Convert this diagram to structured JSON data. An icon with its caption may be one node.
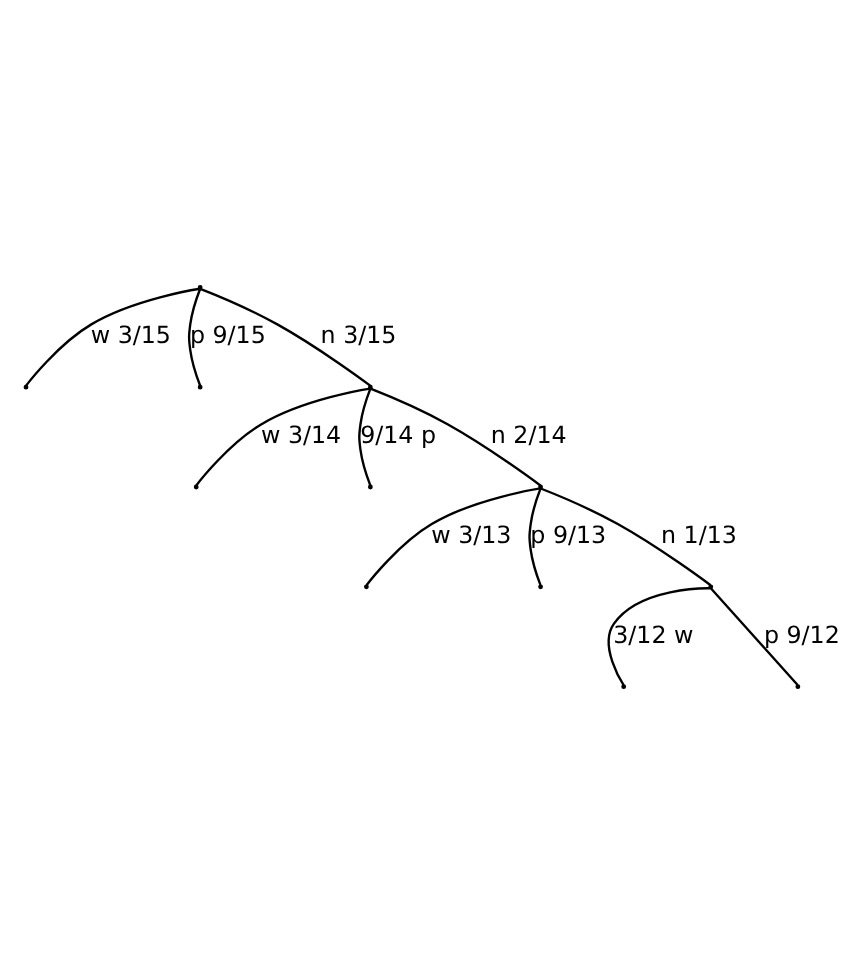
{
  "diagram": {
    "nodes": [
      {
        "text": [],
        "shape": "point"
      },
      {
        "text": [],
        "shape": "point"
      },
      {
        "text": [],
        "shape": "point"
      },
      {
        "text": [],
        "shape": "point"
      },
      {
        "text": [],
        "shape": "point"
      },
      {
        "text": [],
        "shape": "point"
      },
      {
        "text": [],
        "shape": "point"
      },
      {
        "text": [],
        "shape": "point"
      },
      {
        "text": [],
        "shape": "point"
      },
      {
        "text": [],
        "shape": "point"
      },
      {
        "text": [],
        "shape": "point"
      },
      {
        "text": [],
        "shape": "point"
      }
    ],
    "edges": [
      {
        "from": 0,
        "to": 1,
        "arrow": "none",
        "label": "w 3/15"
      },
      {
        "from": 0,
        "to": 3,
        "arrow": "none",
        "label": "n 3/15"
      },
      {
        "from": 0,
        "to": 2,
        "arrow": "none",
        "label": "p 9/15"
      },
      {
        "from": 3,
        "to": 4,
        "arrow": "none",
        "label": "w 3/14"
      },
      {
        "from": 3,
        "to": 6,
        "arrow": "none",
        "label": "n 2/14"
      },
      {
        "from": 3,
        "to": 5,
        "arrow": "none",
        "label": "9/14 p"
      },
      {
        "from": 6,
        "to": 7,
        "arrow": "none",
        "label": "w 3/13"
      },
      {
        "from": 6,
        "to": 9,
        "arrow": "none",
        "label": "n 1/13"
      },
      {
        "from": 6,
        "to": 8,
        "arrow": "none",
        "label": "p 9/13"
      },
      {
        "from": 9,
        "to": 10,
        "arrow": "none",
        "label": "3/12 w"
      },
      {
        "from": 9,
        "to": 11,
        "arrow": "none",
        "label": "p 9/12"
      }
    ]
  }
}
